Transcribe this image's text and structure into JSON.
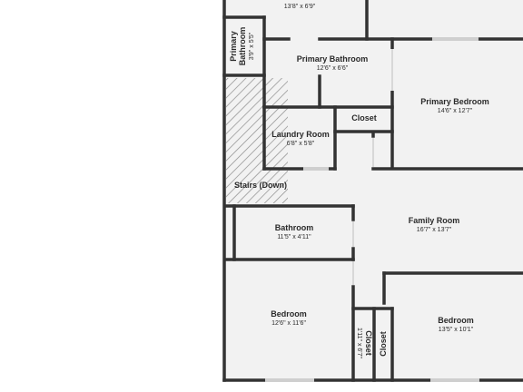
{
  "rooms": {
    "top_room": {
      "dims": "13'8\" x 6'9\""
    },
    "small_bath": {
      "name_line1": "Primary",
      "name_line2": "Bathroom",
      "dims": "3'9\" x 5'5\""
    },
    "primary_bath": {
      "name": "Primary Bathroom",
      "dims": "12'6\" x 6'6\""
    },
    "primary_bed": {
      "name": "Primary Bedroom",
      "dims": "14'6\" x 12'7\""
    },
    "laundry": {
      "name": "Laundry Room",
      "dims": "6'8\" x 5'8\""
    },
    "closet_top": {
      "name": "Closet"
    },
    "stairs": {
      "name": "Stairs (Down)"
    },
    "bathroom": {
      "name": "Bathroom",
      "dims": "11'5\" x 4'11\""
    },
    "family": {
      "name": "Family Room",
      "dims": "16'7\" x 13'7\""
    },
    "bedroom_left": {
      "name": "Bedroom",
      "dims": "12'6\" x 11'6\""
    },
    "closet_left": {
      "name": "Closet",
      "dims": "1'11\" x 6'7\""
    },
    "closet_right": {
      "name": "Closet"
    },
    "bedroom_right": {
      "name": "Bedroom",
      "dims": "13'5\" x 10'1\""
    }
  },
  "colors": {
    "wall": "#333333",
    "floor": "#f2f2f2",
    "window": "#dddddd",
    "hatch": "#8c8c8c"
  }
}
